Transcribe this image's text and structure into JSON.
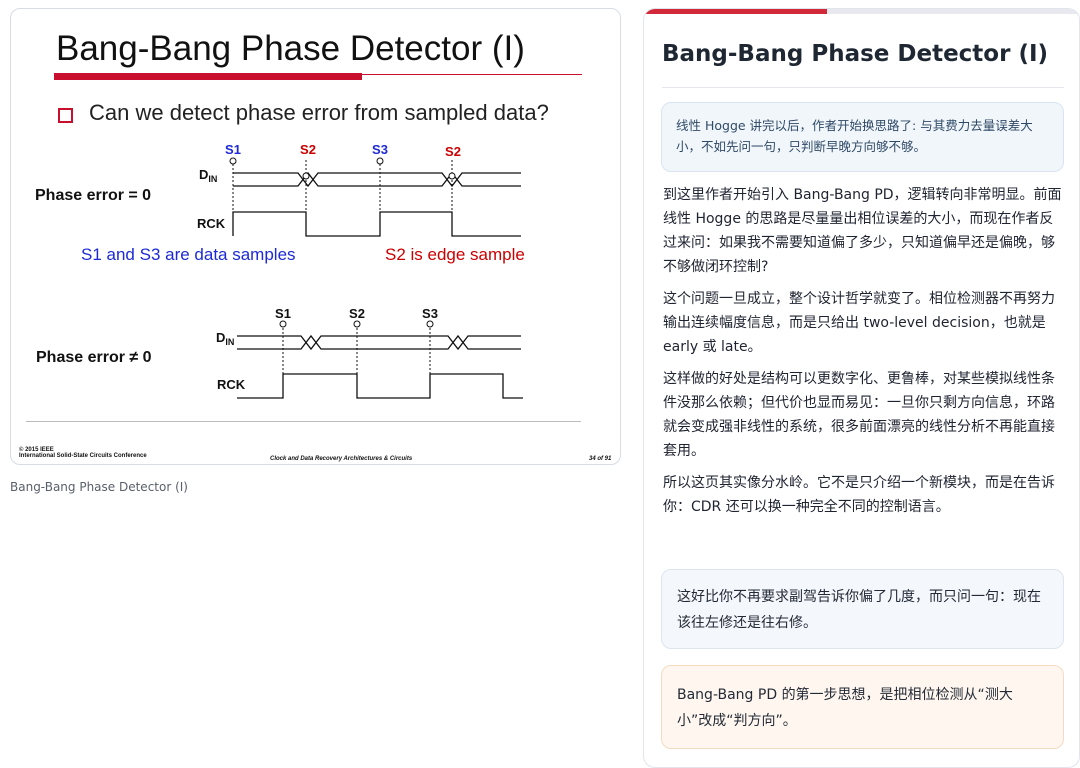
{
  "slide": {
    "title": "Bang-Bang Phase Detector (I)",
    "bullet": "Can we detect phase error from sampled data?",
    "top_diagram": {
      "sample_labels": [
        "S1",
        "S2",
        "S3",
        "S2"
      ],
      "din_label": "D",
      "din_sub": "IN",
      "rck_label": "RCK",
      "phase_label": "Phase error = 0"
    },
    "notes": {
      "data_samples": "S1 and S3 are data samples",
      "edge_sample": "S2 is edge sample"
    },
    "bottom_diagram": {
      "sample_labels": [
        "S1",
        "S2",
        "S3"
      ],
      "din_label": "D",
      "din_sub": "IN",
      "rck_label": "RCK",
      "phase_label": "Phase error ≠ 0"
    },
    "footer": {
      "copyright": "© 2015 IEEE",
      "conference": "International Solid-State Circuits Conference",
      "center": "Clock and Data Recovery Architectures & Circuits",
      "page": "34 of 91"
    },
    "caption": "Bang-Bang Phase Detector (I)"
  },
  "panel": {
    "progress_fraction": 0.42,
    "title": "Bang-Bang Phase Detector (I)",
    "intro_callout": "线性 Hogge 讲完以后，作者开始换思路了: 与其费力去量误差大小，不如先问一句，只判断早晚方向够不够。",
    "paragraphs": [
      "到这里作者开始引入 Bang-Bang PD，逻辑转向非常明显。前面线性 Hogge 的思路是尽量量出相位误差的大小，而现在作者反过来问：如果我不需要知道偏了多少，只知道偏早还是偏晚，够不够做闭环控制?",
      "这个问题一旦成立，整个设计哲学就变了。相位检测器不再努力输出连续幅度信息，而是只给出 two-level decision，也就是 early 或 late。",
      "这样做的好处是结构可以更数字化、更鲁棒，对某些模拟线性条件没那么依赖；但代价也显而易见：一旦你只剩方向信息，环路就会变成强非线性的系统，很多前面漂亮的线性分析不再能直接套用。",
      "所以这页其实像分水岭。它不是只介绍一个新模块，而是在告诉你：CDR 还可以换一种完全不同的控制语言。"
    ],
    "analogy_callout": "这好比你不再要求副驾告诉你偏了几度，而只问一句：现在该往左修还是往右修。",
    "summary_callout": "Bang-Bang PD 的第一步思想，是把相位检测从“测大小”改成“判方向”。"
  },
  "colors": {
    "slide_accent": "#c8102e",
    "data_sample": "#1d2ad6",
    "edge_sample": "#cc0000",
    "progress": "#d1283a"
  }
}
